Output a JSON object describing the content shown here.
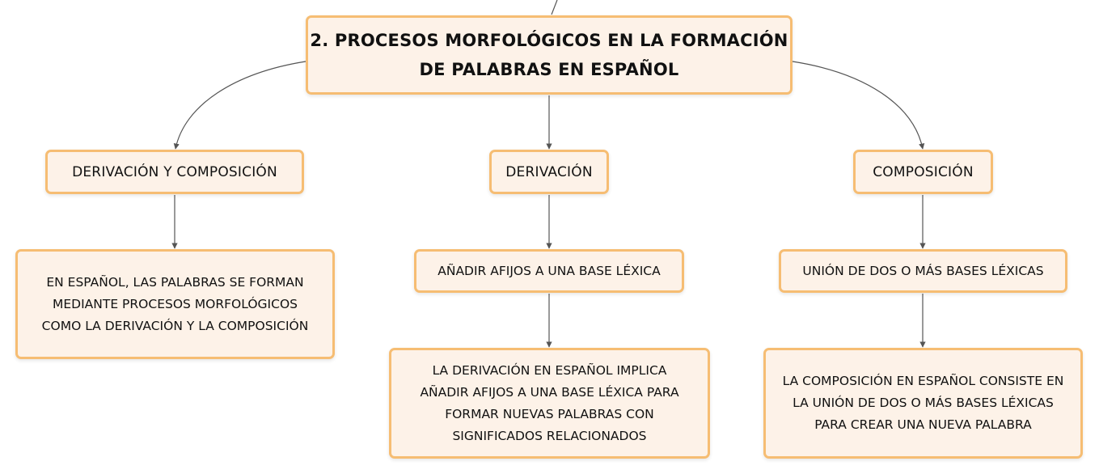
{
  "diagram": {
    "root": {
      "lines": [
        "2. PROCESOS MORFOLÓGICOS EN LA FORMACIÓN",
        "DE PALABRAS EN ESPAÑOL"
      ]
    },
    "categories": [
      {
        "label": "DERIVACIÓN Y COMPOSICIÓN",
        "children": [
          {
            "lines": [
              "EN ESPAÑOL, LAS PALABRAS SE FORMAN",
              "MEDIANTE PROCESOS MORFOLÓGICOS",
              "COMO LA DERIVACIÓN Y LA COMPOSICIÓN"
            ]
          }
        ]
      },
      {
        "label": "DERIVACIÓN",
        "children": [
          {
            "lines": [
              "AÑADIR AFIJOS A UNA BASE LÉXICA"
            ],
            "children": [
              {
                "lines": [
                  "LA DERIVACIÓN EN ESPAÑOL IMPLICA",
                  "AÑADIR AFIJOS A UNA BASE LÉXICA PARA",
                  "FORMAR NUEVAS PALABRAS CON",
                  "SIGNIFICADOS RELACIONADOS"
                ]
              }
            ]
          }
        ]
      },
      {
        "label": "COMPOSICIÓN",
        "children": [
          {
            "lines": [
              "UNIÓN DE DOS O MÁS BASES LÉXICAS"
            ],
            "children": [
              {
                "lines": [
                  "LA COMPOSICIÓN EN ESPAÑOL CONSISTE EN",
                  "LA UNIÓN DE DOS O MÁS BASES LÉXICAS",
                  "PARA CREAR UNA NUEVA PALABRA"
                ]
              }
            ]
          }
        ]
      }
    ]
  },
  "colors": {
    "node_fill": "#fdf2e8",
    "node_border": "#f6bd73",
    "connector": "#555555"
  }
}
